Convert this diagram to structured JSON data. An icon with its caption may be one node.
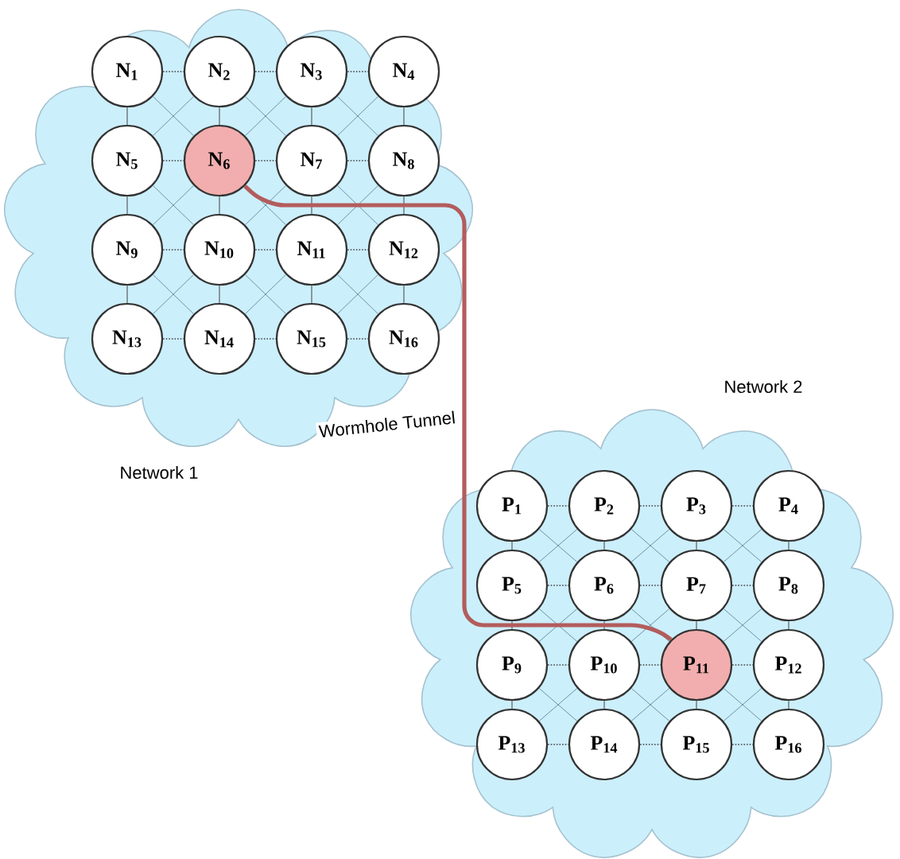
{
  "diagram": {
    "nodes": [
      {
        "text": [
          "Network 1"
        ]
      },
      {
        "text": [
          "N$_{1}$"
        ],
        "in": 0
      },
      {
        "text": [
          "N$_{2}$"
        ],
        "in": 0
      },
      {
        "text": [
          "N$_{3}$"
        ],
        "in": 0
      },
      {
        "text": [
          "N$_{4}$"
        ],
        "in": 0
      },
      {
        "text": [
          "N$_{5}$"
        ],
        "in": 0
      },
      {
        "text": [
          "N$_{6}$"
        ],
        "in": 0
      },
      {
        "text": [
          "N$_{7}$"
        ],
        "in": 0
      },
      {
        "text": [
          "N$_{8}$"
        ],
        "in": 0
      },
      {
        "text": [
          "N$_{9}$"
        ],
        "in": 0
      },
      {
        "text": [
          "N$_{10}$"
        ],
        "in": 0
      },
      {
        "text": [
          "N$_{11}$"
        ],
        "in": 0
      },
      {
        "text": [
          "N$_{12}$"
        ],
        "in": 0
      },
      {
        "text": [
          "N$_{13}$"
        ],
        "in": 0
      },
      {
        "text": [
          "N$_{14}$"
        ],
        "in": 0
      },
      {
        "text": [
          "N$_{15}$"
        ],
        "in": 0
      },
      {
        "text": [
          "N$_{16}$"
        ],
        "in": 0
      },
      {
        "text": [
          "Network 2"
        ]
      },
      {
        "text": [
          "P$_{1}$"
        ],
        "in": 17
      },
      {
        "text": [
          "P$_{2}$"
        ],
        "in": 17
      },
      {
        "text": [
          "P$_{3}$"
        ],
        "in": 17
      },
      {
        "text": [
          "P$_{4}$"
        ],
        "in": 17
      },
      {
        "text": [
          "P$_{5}$"
        ],
        "in": 17
      },
      {
        "text": [
          "P$_{6}$"
        ],
        "in": 17
      },
      {
        "text": [
          "P$_{7}$"
        ],
        "in": 17
      },
      {
        "text": [
          "P$_{8}$"
        ],
        "in": 17
      },
      {
        "text": [
          "P$_{9}$"
        ],
        "in": 17
      },
      {
        "text": [
          "P$_{10}$"
        ],
        "in": 17
      },
      {
        "text": [
          "P$_{11}$"
        ],
        "in": 17
      },
      {
        "text": [
          "P$_{12}$"
        ],
        "in": 17
      },
      {
        "text": [
          "P$_{13}$"
        ],
        "in": 17
      },
      {
        "text": [
          "P$_{14}$"
        ],
        "in": 17
      },
      {
        "text": [
          "P$_{15}$"
        ],
        "in": 17
      },
      {
        "text": [
          "P$_{16}$"
        ],
        "in": 17
      }
    ],
    "edges": [
      {
        "from": 1,
        "to": 2,
        "arrow": "none",
        "style": "dashed"
      },
      {
        "from": 2,
        "to": 3,
        "arrow": "none",
        "style": "dashed"
      },
      {
        "from": 3,
        "to": 4,
        "arrow": "none",
        "style": "dashed"
      },
      {
        "from": 5,
        "to": 6,
        "arrow": "none",
        "style": "dashed"
      },
      {
        "from": 6,
        "to": 7,
        "arrow": "none",
        "style": "dashed"
      },
      {
        "from": 7,
        "to": 8,
        "arrow": "none",
        "style": "dashed"
      },
      {
        "from": 9,
        "to": 10,
        "arrow": "none",
        "style": "dashed"
      },
      {
        "from": 10,
        "to": 11,
        "arrow": "none",
        "style": "dashed"
      },
      {
        "from": 11,
        "to": 12,
        "arrow": "none",
        "style": "dashed"
      },
      {
        "from": 13,
        "to": 14,
        "arrow": "none",
        "style": "dashed"
      },
      {
        "from": 14,
        "to": 15,
        "arrow": "none",
        "style": "dashed"
      },
      {
        "from": 15,
        "to": 16,
        "arrow": "none",
        "style": "dashed"
      },
      {
        "from": 1,
        "to": 5,
        "arrow": "none"
      },
      {
        "from": 2,
        "to": 6,
        "arrow": "none"
      },
      {
        "from": 3,
        "to": 7,
        "arrow": "none"
      },
      {
        "from": 4,
        "to": 8,
        "arrow": "none"
      },
      {
        "from": 5,
        "to": 9,
        "arrow": "none"
      },
      {
        "from": 6,
        "to": 10,
        "arrow": "none"
      },
      {
        "from": 7,
        "to": 11,
        "arrow": "none"
      },
      {
        "from": 8,
        "to": 12,
        "arrow": "none"
      },
      {
        "from": 9,
        "to": 13,
        "arrow": "none"
      },
      {
        "from": 10,
        "to": 14,
        "arrow": "none"
      },
      {
        "from": 11,
        "to": 15,
        "arrow": "none"
      },
      {
        "from": 12,
        "to": 16,
        "arrow": "none"
      },
      {
        "from": 1,
        "to": 6,
        "arrow": "none",
        "color": "#6d92a3"
      },
      {
        "from": 2,
        "to": 5,
        "arrow": "none",
        "color": "#6d92a3"
      },
      {
        "from": 2,
        "to": 7,
        "arrow": "none",
        "color": "#6d92a3"
      },
      {
        "from": 3,
        "to": 6,
        "arrow": "none",
        "color": "#6d92a3"
      },
      {
        "from": 3,
        "to": 8,
        "arrow": "none",
        "color": "#6d92a3"
      },
      {
        "from": 4,
        "to": 7,
        "arrow": "none",
        "color": "#6d92a3"
      },
      {
        "from": 5,
        "to": 10,
        "arrow": "none",
        "color": "#6d92a3"
      },
      {
        "from": 6,
        "to": 9,
        "arrow": "none",
        "color": "#6d92a3"
      },
      {
        "from": 6,
        "to": 11,
        "arrow": "none",
        "color": "#6d92a3"
      },
      {
        "from": 7,
        "to": 10,
        "arrow": "none",
        "color": "#6d92a3"
      },
      {
        "from": 7,
        "to": 12,
        "arrow": "none",
        "color": "#6d92a3"
      },
      {
        "from": 8,
        "to": 11,
        "arrow": "none",
        "color": "#6d92a3"
      },
      {
        "from": 9,
        "to": 14,
        "arrow": "none",
        "color": "#6d92a3"
      },
      {
        "from": 10,
        "to": 13,
        "arrow": "none",
        "color": "#6d92a3"
      },
      {
        "from": 10,
        "to": 15,
        "arrow": "none",
        "color": "#6d92a3"
      },
      {
        "from": 11,
        "to": 14,
        "arrow": "none",
        "color": "#6d92a3"
      },
      {
        "from": 11,
        "to": 16,
        "arrow": "none",
        "color": "#6d92a3"
      },
      {
        "from": 12,
        "to": 15,
        "arrow": "none",
        "color": "#6d92a3"
      },
      {
        "from": 18,
        "to": 19,
        "arrow": "none",
        "style": "dashed"
      },
      {
        "from": 19,
        "to": 20,
        "arrow": "none",
        "style": "dashed"
      },
      {
        "from": 20,
        "to": 21,
        "arrow": "none",
        "style": "dashed"
      },
      {
        "from": 22,
        "to": 23,
        "arrow": "none",
        "style": "dashed"
      },
      {
        "from": 23,
        "to": 24,
        "arrow": "none",
        "style": "dashed"
      },
      {
        "from": 24,
        "to": 25,
        "arrow": "none",
        "style": "dashed"
      },
      {
        "from": 26,
        "to": 27,
        "arrow": "none",
        "style": "dashed"
      },
      {
        "from": 27,
        "to": 28,
        "arrow": "none",
        "style": "dashed"
      },
      {
        "from": 28,
        "to": 29,
        "arrow": "none",
        "style": "dashed"
      },
      {
        "from": 30,
        "to": 31,
        "arrow": "none",
        "style": "dashed"
      },
      {
        "from": 31,
        "to": 32,
        "arrow": "none",
        "style": "dashed"
      },
      {
        "from": 32,
        "to": 33,
        "arrow": "none",
        "style": "dashed"
      },
      {
        "from": 18,
        "to": 22,
        "arrow": "none"
      },
      {
        "from": 19,
        "to": 23,
        "arrow": "none"
      },
      {
        "from": 20,
        "to": 24,
        "arrow": "none"
      },
      {
        "from": 21,
        "to": 25,
        "arrow": "none"
      },
      {
        "from": 22,
        "to": 26,
        "arrow": "none"
      },
      {
        "from": 23,
        "to": 27,
        "arrow": "none"
      },
      {
        "from": 24,
        "to": 28,
        "arrow": "none"
      },
      {
        "from": 25,
        "to": 29,
        "arrow": "none"
      },
      {
        "from": 26,
        "to": 30,
        "arrow": "none"
      },
      {
        "from": 27,
        "to": 31,
        "arrow": "none"
      },
      {
        "from": 28,
        "to": 32,
        "arrow": "none"
      },
      {
        "from": 29,
        "to": 33,
        "arrow": "none"
      },
      {
        "from": 18,
        "to": 23,
        "arrow": "none",
        "color": "#6d92a3"
      },
      {
        "from": 19,
        "to": 22,
        "arrow": "none",
        "color": "#6d92a3"
      },
      {
        "from": 19,
        "to": 24,
        "arrow": "none",
        "color": "#6d92a3"
      },
      {
        "from": 20,
        "to": 23,
        "arrow": "none",
        "color": "#6d92a3"
      },
      {
        "from": 20,
        "to": 25,
        "arrow": "none",
        "color": "#6d92a3"
      },
      {
        "from": 21,
        "to": 24,
        "arrow": "none",
        "color": "#6d92a3"
      },
      {
        "from": 22,
        "to": 27,
        "arrow": "none",
        "color": "#6d92a3"
      },
      {
        "from": 23,
        "to": 26,
        "arrow": "none",
        "color": "#6d92a3"
      },
      {
        "from": 23,
        "to": 28,
        "arrow": "none",
        "color": "#6d92a3"
      },
      {
        "from": 24,
        "to": 27,
        "arrow": "none",
        "color": "#6d92a3"
      },
      {
        "from": 24,
        "to": 29,
        "arrow": "none",
        "color": "#6d92a3"
      },
      {
        "from": 25,
        "to": 28,
        "arrow": "none",
        "color": "#6d92a3"
      },
      {
        "from": 26,
        "to": 31,
        "arrow": "none",
        "color": "#6d92a3"
      },
      {
        "from": 27,
        "to": 30,
        "arrow": "none",
        "color": "#6d92a3"
      },
      {
        "from": 27,
        "to": 32,
        "arrow": "none",
        "color": "#6d92a3"
      },
      {
        "from": 28,
        "to": 31,
        "arrow": "none",
        "color": "#6d92a3"
      },
      {
        "from": 28,
        "to": 33,
        "arrow": "none",
        "color": "#6d92a3"
      },
      {
        "from": 29,
        "to": 32,
        "arrow": "none",
        "color": "#6d92a3"
      },
      {
        "from": 6,
        "to": 28,
        "arrow": "none",
        "style": "thick",
        "color": "#b35c5c",
        "label": "Wormhole Tunnel"
      }
    ]
  }
}
